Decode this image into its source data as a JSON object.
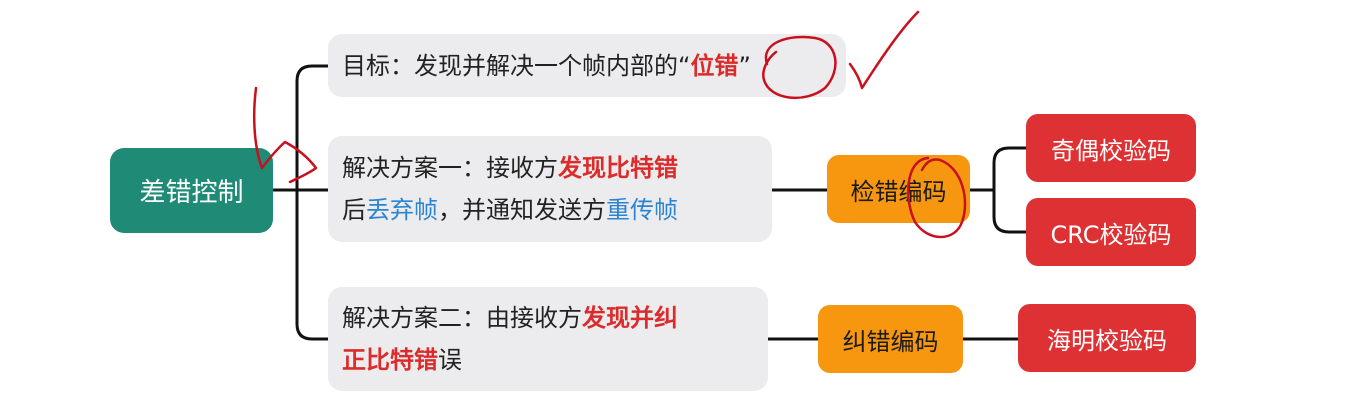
{
  "root": {
    "label": "差错控制"
  },
  "goal": {
    "prefix": "目标：发现并解决一个帧内部的",
    "quote_open": "“",
    "highlight": "位错",
    "quote_close": "”"
  },
  "plan1": {
    "line1_prefix": "解决方案一：接收方",
    "line1_highlight": "发现比特错",
    "line2_a": "后",
    "line2_blue1": "丢弃帧",
    "line2_b": "，并通知发送方",
    "line2_blue2": "重传帧"
  },
  "plan2": {
    "line1_prefix": "解决方案二：由接收方",
    "line1_highlight": "发现并纠",
    "line2_highlight": "正比特错",
    "line2_suffix": "误"
  },
  "detect_coding": {
    "label": "检错编码"
  },
  "correct_coding": {
    "label": "纠错编码"
  },
  "leaves": {
    "parity": "奇偶校验码",
    "crc": "CRC校验码",
    "hamming": "海明校验码"
  },
  "colors": {
    "root": "#1f8a76",
    "grey_box": "#ececee",
    "orange_box": "#f7960f",
    "red_box": "#de3134",
    "highlight_red": "#dc2b2b",
    "highlight_blue": "#2b84d2",
    "annotation": "#c8101e"
  }
}
